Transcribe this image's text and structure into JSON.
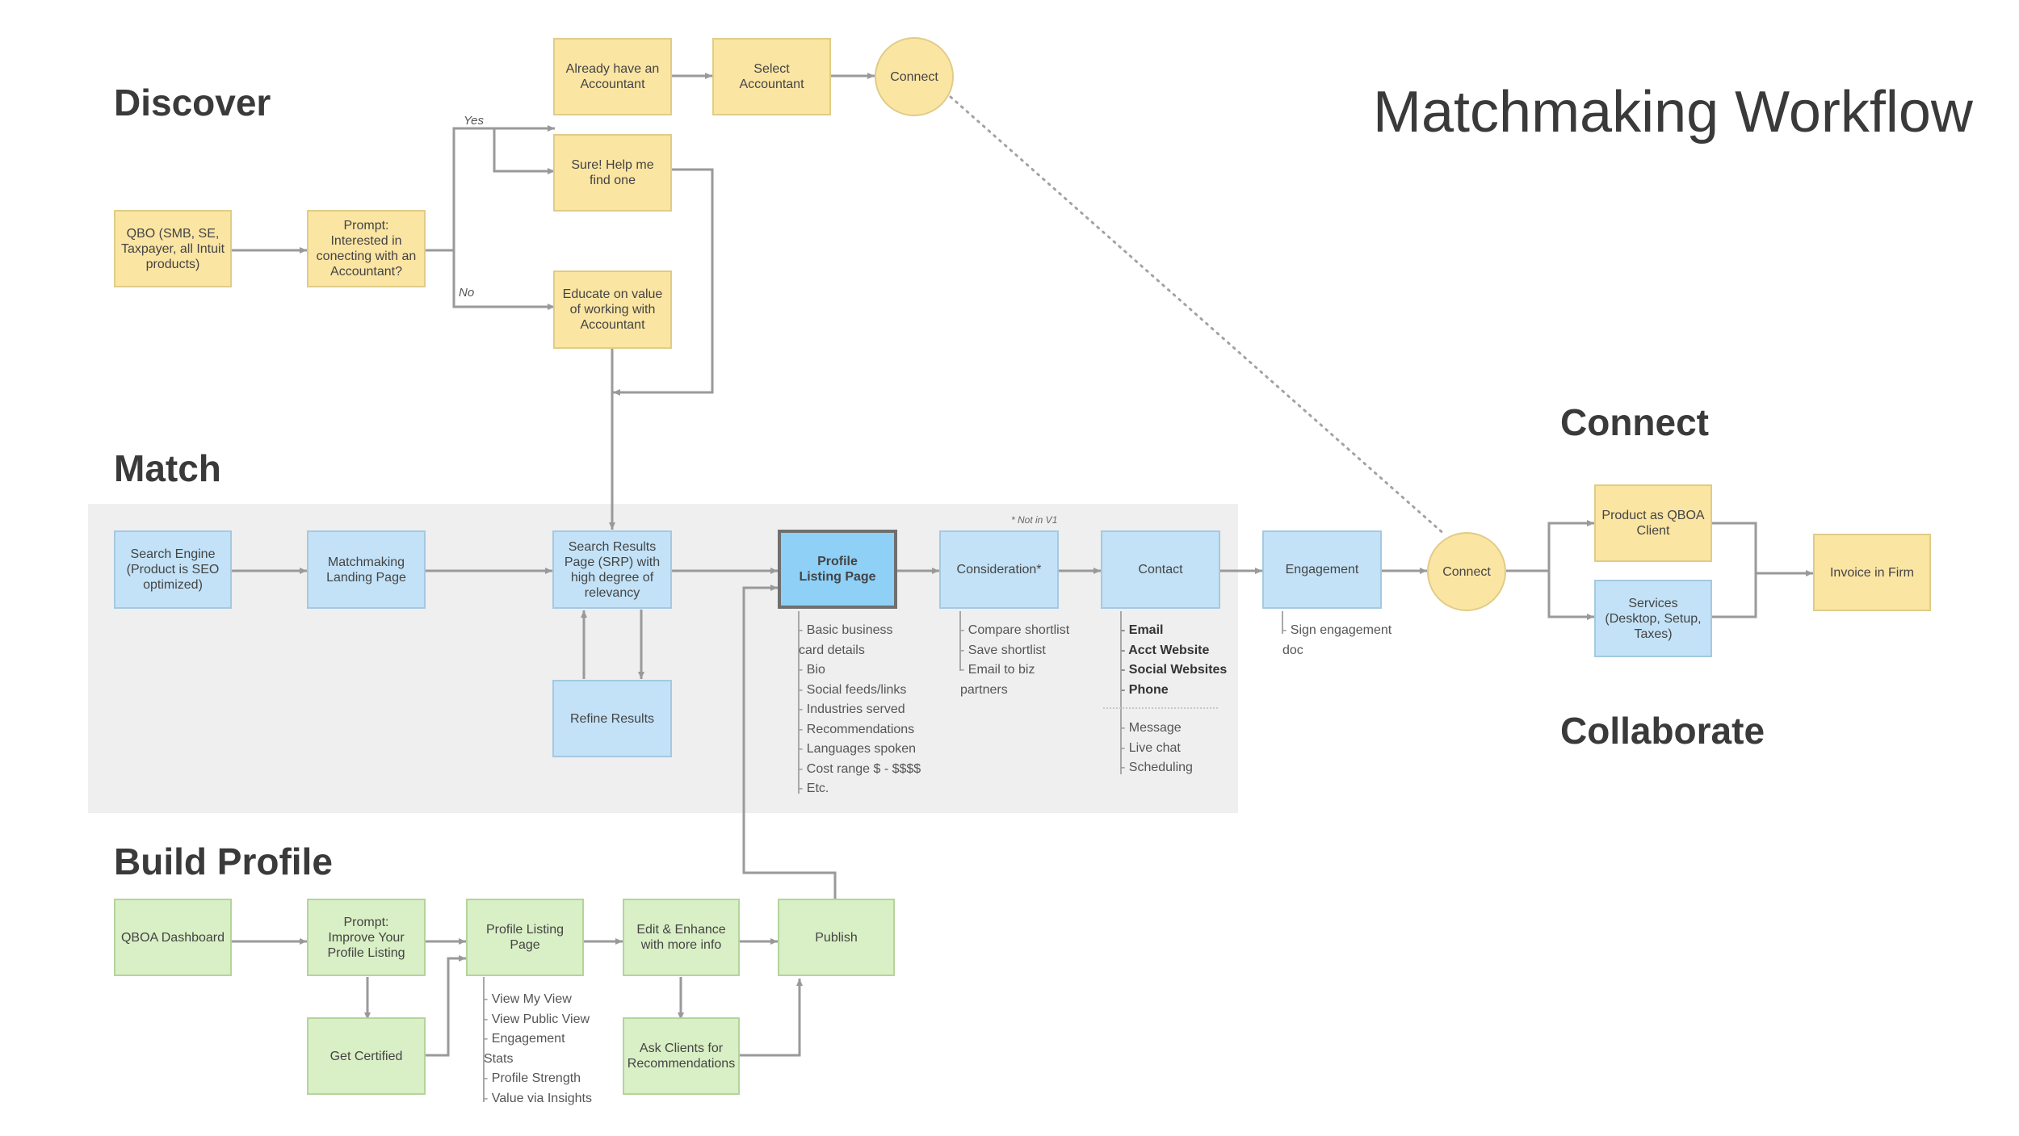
{
  "title": "Matchmaking Workflow",
  "sections": {
    "discover": "Discover",
    "match": "Match",
    "build_profile": "Build Profile",
    "connect": "Connect",
    "collaborate": "Collaborate"
  },
  "colors": {
    "yellow": "#fbe5a3",
    "blue": "#c3e2f7",
    "green": "#d9efc5",
    "selected": "#8ed0f6",
    "band": "#efefef",
    "connector": "#9a9a9a"
  },
  "nodes": {
    "qbo": [
      "QBO (SMB, SE,",
      "Taxpayer, all Intuit",
      "products)"
    ],
    "prompt_connect": [
      "Prompt:",
      "Interested in",
      "conecting with an",
      "Accountant?"
    ],
    "already": [
      "Already have an",
      "Accountant"
    ],
    "select": [
      "Select",
      "Accountant"
    ],
    "connect_top": [
      "Connect"
    ],
    "sure": [
      "Sure! Help me",
      "find one"
    ],
    "educate": [
      "Educate on value",
      "of working with",
      "Accountant"
    ],
    "search_engine": [
      "Search Engine",
      "(Product is SEO",
      "optimized)"
    ],
    "landing": [
      "Matchmaking",
      "Landing Page"
    ],
    "srp": [
      "Search Results",
      "Page (SRP) with",
      "high degree of",
      "relevancy"
    ],
    "refine": [
      "Refine Results"
    ],
    "profile_listing": [
      "Profile",
      "Listing Page"
    ],
    "consideration": [
      "Consideration*"
    ],
    "contact": [
      "Contact"
    ],
    "engagement": [
      "Engagement"
    ],
    "connect_right": [
      "Connect"
    ],
    "product_client": [
      "Product as QBOA",
      "Client"
    ],
    "services": [
      "Services",
      "(Desktop, Setup,",
      "Taxes)"
    ],
    "invoice": [
      "Invoice in Firm"
    ],
    "qboa_dashboard": [
      "QBOA Dashboard"
    ],
    "prompt_improve": [
      "Prompt:",
      "Improve Your",
      "Profile Listing"
    ],
    "get_certified": [
      "Get Certified"
    ],
    "profile_listing_page": [
      "Profile Listing",
      "Page"
    ],
    "edit_enhance": [
      "Edit & Enhance",
      "with more info"
    ],
    "ask_clients": [
      "Ask Clients for",
      "Recommendations"
    ],
    "publish": [
      "Publish"
    ]
  },
  "edge_labels": {
    "yes": "Yes",
    "no": "No"
  },
  "not_in_v1": "* Not in V1",
  "lists": {
    "profile_details": [
      {
        "text": "Basic business",
        "bold": false,
        "cont": false
      },
      {
        "text": "card details",
        "bold": false,
        "cont": true
      },
      {
        "text": "Bio",
        "bold": false,
        "cont": false
      },
      {
        "text": "Social feeds/links",
        "bold": false,
        "cont": false
      },
      {
        "text": "Industries served",
        "bold": false,
        "cont": false
      },
      {
        "text": "Recommendations",
        "bold": false,
        "cont": false
      },
      {
        "text": "Languages spoken",
        "bold": false,
        "cont": false
      },
      {
        "text": "Cost range $ - $$$$",
        "bold": false,
        "cont": false
      },
      {
        "text": "Etc.",
        "bold": false,
        "cont": false
      }
    ],
    "consideration_actions": [
      {
        "text": "Compare shortlist",
        "bold": false,
        "cont": false
      },
      {
        "text": "Save shortlist",
        "bold": false,
        "cont": false
      },
      {
        "text": "Email to biz",
        "bold": false,
        "cont": false
      },
      {
        "text": "partners",
        "bold": false,
        "cont": true
      }
    ],
    "contact_primary": [
      {
        "text": "Email",
        "bold": true,
        "cont": false
      },
      {
        "text": "Acct Website",
        "bold": true,
        "cont": false
      },
      {
        "text": "Social Websites",
        "bold": true,
        "cont": false
      },
      {
        "text": "Phone",
        "bold": true,
        "cont": false
      }
    ],
    "contact_secondary": [
      {
        "text": "Message",
        "bold": false,
        "cont": false
      },
      {
        "text": "Live chat",
        "bold": false,
        "cont": false
      },
      {
        "text": "Scheduling",
        "bold": false,
        "cont": false
      }
    ],
    "engagement_details": [
      {
        "text": "Sign engagement",
        "bold": false,
        "cont": false
      },
      {
        "text": "doc",
        "bold": false,
        "cont": true
      }
    ],
    "profile_page_options": [
      {
        "text": "View My View",
        "bold": false,
        "cont": false
      },
      {
        "text": "View Public View",
        "bold": false,
        "cont": false
      },
      {
        "text": "Engagement",
        "bold": false,
        "cont": false
      },
      {
        "text": "Stats",
        "bold": false,
        "cont": true
      },
      {
        "text": "Profile Strength",
        "bold": false,
        "cont": false
      },
      {
        "text": "Value via Insights",
        "bold": false,
        "cont": false
      }
    ]
  }
}
